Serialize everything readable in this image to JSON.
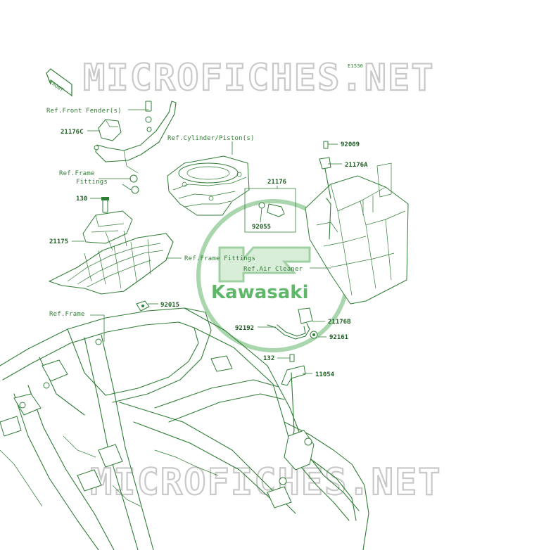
{
  "diagram": {
    "code": "E1530",
    "watermark_top": "MICROFICHES.NET",
    "watermark_bottom": "MICROFICHES.NET",
    "brand_logo": "Kawasaki",
    "front_arrow": "FRONT",
    "refs": {
      "front_fender": "Ref.Front Fender(s)",
      "cylinder": "Ref.Cylinder/Piston(s)",
      "frame_fittings_1": "Ref.Frame",
      "frame_fittings_2": "Fittings",
      "frame_fittings_b": "Ref.Frame Fittings",
      "air_cleaner": "Ref.Air Cleaner",
      "frame": "Ref.Frame"
    },
    "parts": {
      "p21176c": "21176C",
      "p130": "130",
      "p21175": "21175",
      "p92015": "92015",
      "p21176": "21176",
      "p92055": "92055",
      "p92009": "92009",
      "p21176a": "21176A",
      "p21176b": "21176B",
      "p92192": "92192",
      "p92161": "92161",
      "p132": "132",
      "p11054": "11054"
    },
    "colors": {
      "ink": "#2f7d35",
      "watermark": "#c9c9c9",
      "logo": "#5fb86a"
    }
  }
}
